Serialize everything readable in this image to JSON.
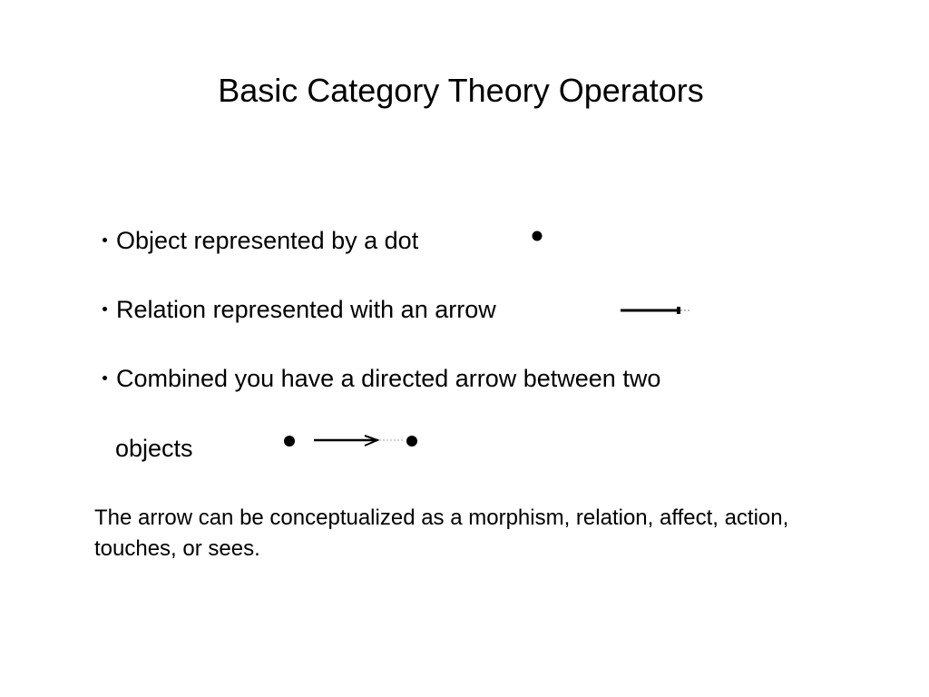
{
  "slide": {
    "title": "Basic Category Theory Operators",
    "bullets": [
      {
        "text": "Object represented by a dot",
        "illustration": "dot-icon"
      },
      {
        "text": "Relation represented with an arrow",
        "illustration": "arrow-icon"
      },
      {
        "text": "Combined you have a directed arrow between two",
        "illustration": "dot-arrow-dot-icon"
      }
    ],
    "bullet_continuation": "objects",
    "note": "The arrow can be conceptualized as a morphism, relation, affect, action, touches, or sees."
  }
}
